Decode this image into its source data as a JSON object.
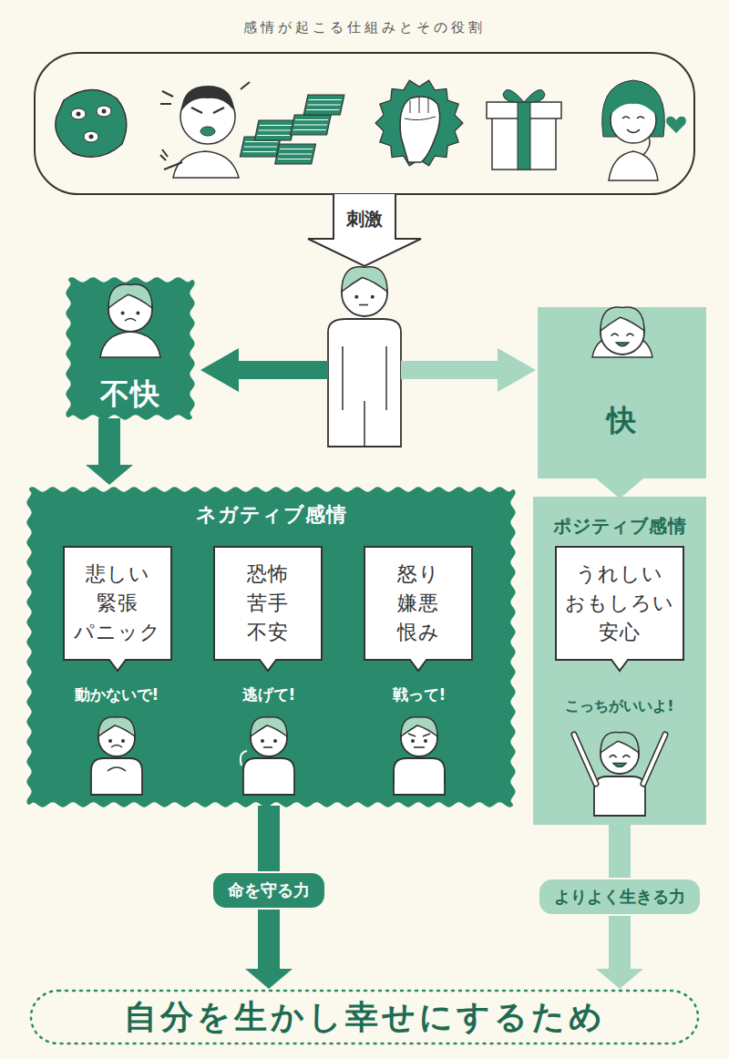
{
  "diagram": {
    "title": "感情が起こる仕組みとその役割",
    "nodes": [
      {
        "text": [
          "不快"
        ]
      },
      {
        "text": [
          "快"
        ]
      },
      {
        "text": [
          "ネガティブ感情"
        ]
      },
      {
        "text": [
          "悲しい 緊張 パニック"
        ],
        "in": 2
      },
      {
        "text": [
          "恐怖 苦手 不安"
        ],
        "in": 2
      },
      {
        "text": [
          "怒り 嫌悪 恨み"
        ],
        "in": 2
      },
      {
        "text": [
          "ポジティブ感情"
        ]
      },
      {
        "text": [
          "うれしい おもしろい 安心"
        ],
        "in": 6
      },
      {
        "text": [
          "自分を生かし幸せにするため"
        ]
      }
    ],
    "edges": [
      {
        "from": 0,
        "to": 2,
        "arrow": "to"
      },
      {
        "from": 1,
        "to": 6,
        "arrow": "to"
      },
      {
        "from": 2,
        "to": 8,
        "arrow": "to",
        "label": "命を守る力"
      },
      {
        "from": 6,
        "to": 8,
        "arrow": "to",
        "label": "よりよく生きる力"
      }
    ],
    "labels": [
      "刺激",
      "動かないで!",
      "逃げて!",
      "戦って!",
      "こっちがいいよ!"
    ]
  }
}
